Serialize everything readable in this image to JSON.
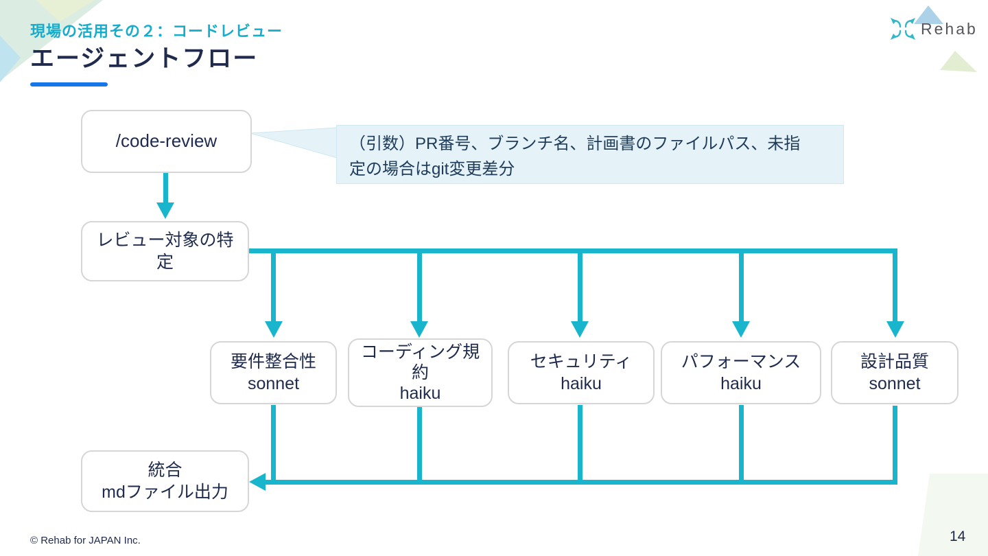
{
  "slide": {
    "kicker": "現場の活用その２：コードレビュー",
    "title": "エージェントフロー",
    "logo_text": "Rehab",
    "footer": "© Rehab for JAPAN Inc.",
    "page_number": "14"
  },
  "flow": {
    "start": "/code-review",
    "callout": "（引数）PR番号、ブランチ名、計画書のファイルパス、未指定の場合はgit変更差分",
    "step2": "レビュー対象の特定",
    "agents": [
      {
        "name": "要件整合性",
        "model": "sonnet"
      },
      {
        "name": "コーディング規約",
        "model": "haiku"
      },
      {
        "name": "セキュリティ",
        "model": "haiku"
      },
      {
        "name": "パフォーマンス",
        "model": "haiku"
      },
      {
        "name": "設計品質",
        "model": "sonnet"
      }
    ],
    "end": {
      "line1": "統合",
      "line2": "mdファイル出力"
    }
  },
  "colors": {
    "accent_cyan": "#19B5CC",
    "kicker_cyan": "#16ACCB",
    "title_navy": "#1F2A4C",
    "underline_blue": "#1877E8",
    "box_border": "#D6D6D6",
    "box_text": "#1F2B4D",
    "callout_bg": "#E5F3F8",
    "callout_border": "#CFE7F1",
    "callout_text": "#1F3C5A",
    "logo_teal": "#35B7C9",
    "logo_gray": "#54565C"
  }
}
